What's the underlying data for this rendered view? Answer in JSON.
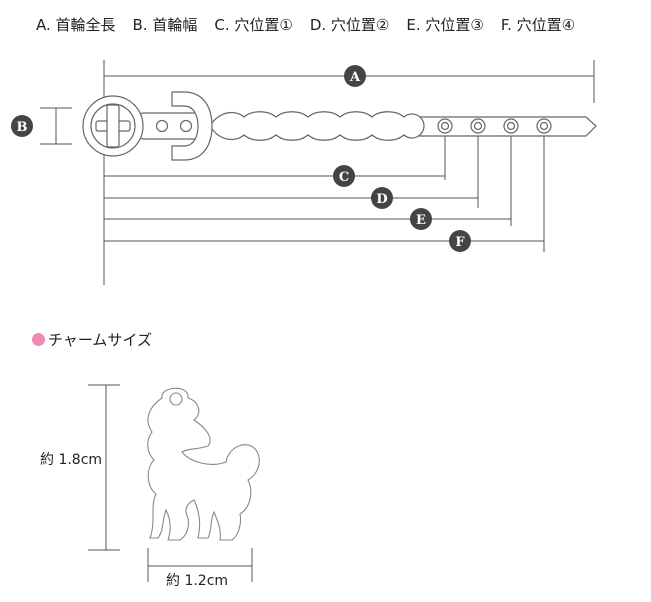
{
  "legend": [
    "A. 首輪全長",
    "B. 首輪幅",
    "C. 穴位置①",
    "D. 穴位置②",
    "E. 穴位置③",
    "F. 穴位置④"
  ],
  "markers": {
    "a": "A",
    "b": "B",
    "c": "C",
    "d": "D",
    "e": "E",
    "f": "F"
  },
  "charm": {
    "title": "チャームサイズ",
    "height_label": "約 1.8cm",
    "width_label": "約 1.2cm"
  },
  "colors": {
    "line": "#555555",
    "badge": "#444444",
    "accent": "#ee8ab1"
  }
}
